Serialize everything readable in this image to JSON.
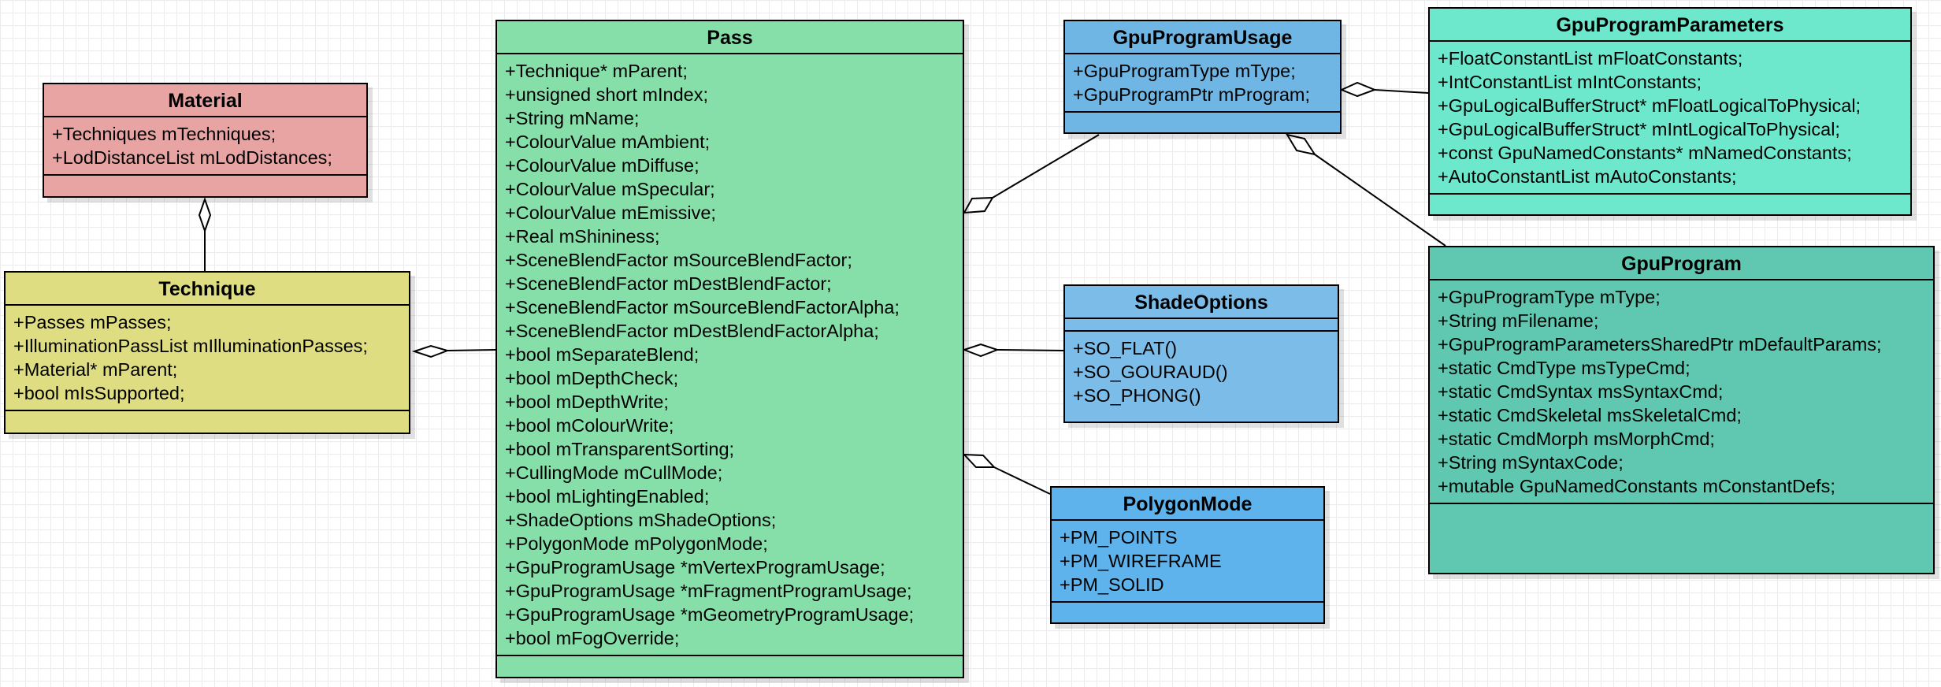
{
  "diagram": {
    "classes": {
      "material": {
        "name": "Material",
        "attributes": [
          "+Techniques mTechniques;",
          "+LodDistanceList mLodDistances;"
        ],
        "operations": []
      },
      "technique": {
        "name": "Technique",
        "attributes": [
          "+Passes mPasses;",
          "+IlluminationPassList mIlluminationPasses;",
          "+Material* mParent;",
          "+bool mIsSupported;"
        ],
        "operations": []
      },
      "pass": {
        "name": "Pass",
        "attributes": [
          "+Technique* mParent;",
          "+unsigned short mIndex;",
          "+String mName;",
          "+ColourValue mAmbient;",
          "+ColourValue mDiffuse;",
          "+ColourValue mSpecular;",
          "+ColourValue mEmissive;",
          "+Real mShininess;",
          "+SceneBlendFactor mSourceBlendFactor;",
          "+SceneBlendFactor mDestBlendFactor;",
          "+SceneBlendFactor mSourceBlendFactorAlpha;",
          "+SceneBlendFactor mDestBlendFactorAlpha;",
          "+bool mSeparateBlend;",
          "+bool mDepthCheck;",
          "+bool mDepthWrite;",
          "+bool mColourWrite;",
          "+bool mTransparentSorting;",
          "+CullingMode mCullMode;",
          "+bool mLightingEnabled;",
          "+ShadeOptions mShadeOptions;",
          "+PolygonMode mPolygonMode;",
          "+GpuProgramUsage *mVertexProgramUsage;",
          "+GpuProgramUsage *mFragmentProgramUsage;",
          "+GpuProgramUsage *mGeometryProgramUsage;",
          "+bool mFogOverride;"
        ],
        "operations": []
      },
      "gpu_program_usage": {
        "name": "GpuProgramUsage",
        "attributes": [
          "+GpuProgramType mType;",
          "+GpuProgramPtr mProgram;"
        ],
        "operations": []
      },
      "shade_options": {
        "name": "ShadeOptions",
        "attributes": [],
        "operations": [
          "+SO_FLAT()",
          "+SO_GOURAUD()",
          "+SO_PHONG()"
        ]
      },
      "polygon_mode": {
        "name": "PolygonMode",
        "attributes": [
          "+PM_POINTS",
          "+PM_WIREFRAME",
          "+PM_SOLID"
        ],
        "operations": []
      },
      "gpu_program_parameters": {
        "name": "GpuProgramParameters",
        "attributes": [
          "+FloatConstantList mFloatConstants;",
          "+IntConstantList mIntConstants;",
          "+GpuLogicalBufferStruct* mFloatLogicalToPhysical;",
          "+GpuLogicalBufferStruct* mIntLogicalToPhysical;",
          "+const GpuNamedConstants* mNamedConstants;",
          "+AutoConstantList mAutoConstants;"
        ],
        "operations": []
      },
      "gpu_program": {
        "name": "GpuProgram",
        "attributes": [
          "+GpuProgramType mType;",
          "+String mFilename;",
          "+GpuProgramParametersSharedPtr mDefaultParams;",
          "+static CmdType msTypeCmd;",
          "+static CmdSyntax msSyntaxCmd;",
          "+static CmdSkeletal msSkeletalCmd;",
          "+static CmdMorph msMorphCmd;",
          "+String mSyntaxCode;",
          "+mutable GpuNamedConstants mConstantDefs;"
        ],
        "operations": []
      }
    },
    "colors": {
      "material": "#e8a3a3",
      "technique": "#dedd82",
      "pass": "#86dfa8",
      "gpu_program_usage": "#6fb6e4",
      "shade_options": "#7bbde8",
      "polygon_mode": "#5fb3ec",
      "gpu_program_parameters": "#6ee8cc",
      "gpu_program": "#60c7b0",
      "line": "#000000"
    },
    "relationships": [
      {
        "whole": "Material",
        "part": "Technique",
        "type": "aggregation"
      },
      {
        "whole": "Technique",
        "part": "Pass",
        "type": "aggregation"
      },
      {
        "whole": "Pass",
        "part": "GpuProgramUsage",
        "type": "aggregation"
      },
      {
        "whole": "Pass",
        "part": "ShadeOptions",
        "type": "aggregation"
      },
      {
        "whole": "Pass",
        "part": "PolygonMode",
        "type": "aggregation"
      },
      {
        "whole": "GpuProgramUsage",
        "part": "GpuProgramParameters",
        "type": "aggregation"
      },
      {
        "whole": "GpuProgramUsage",
        "part": "GpuProgram",
        "type": "aggregation"
      }
    ]
  }
}
